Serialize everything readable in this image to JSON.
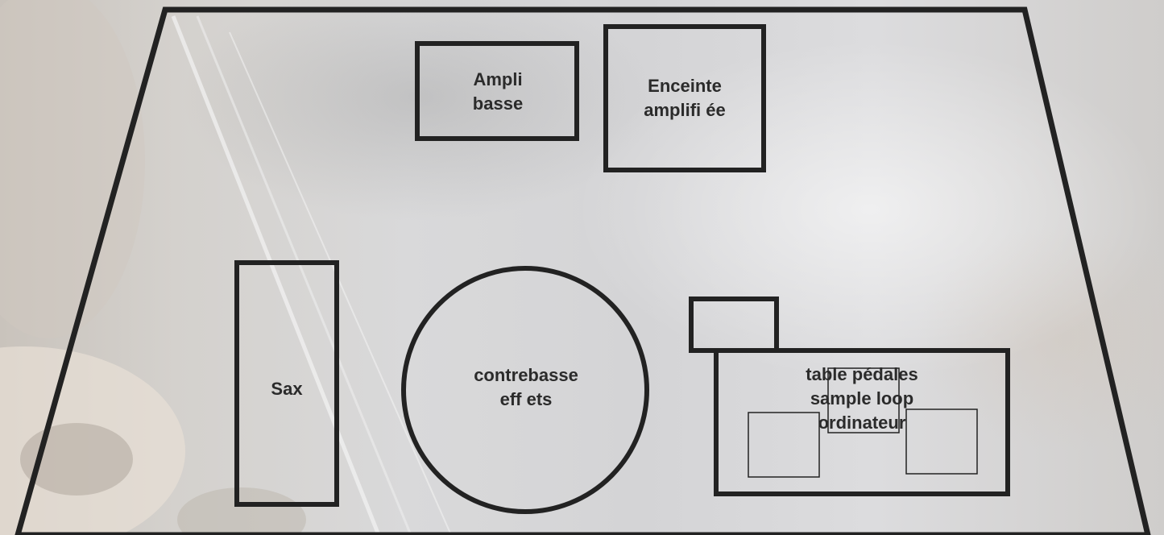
{
  "plan": {
    "ampli_basse": "Ampli\nbasse",
    "enceinte": "Enceinte\namplifi ée",
    "sax": "Sax",
    "contrebasse": "contrebasse\neff ets",
    "table": "table pédales\nsample loop\nordinateur"
  },
  "colors": {
    "stroke": "#222222",
    "text": "#2b2b2b"
  }
}
